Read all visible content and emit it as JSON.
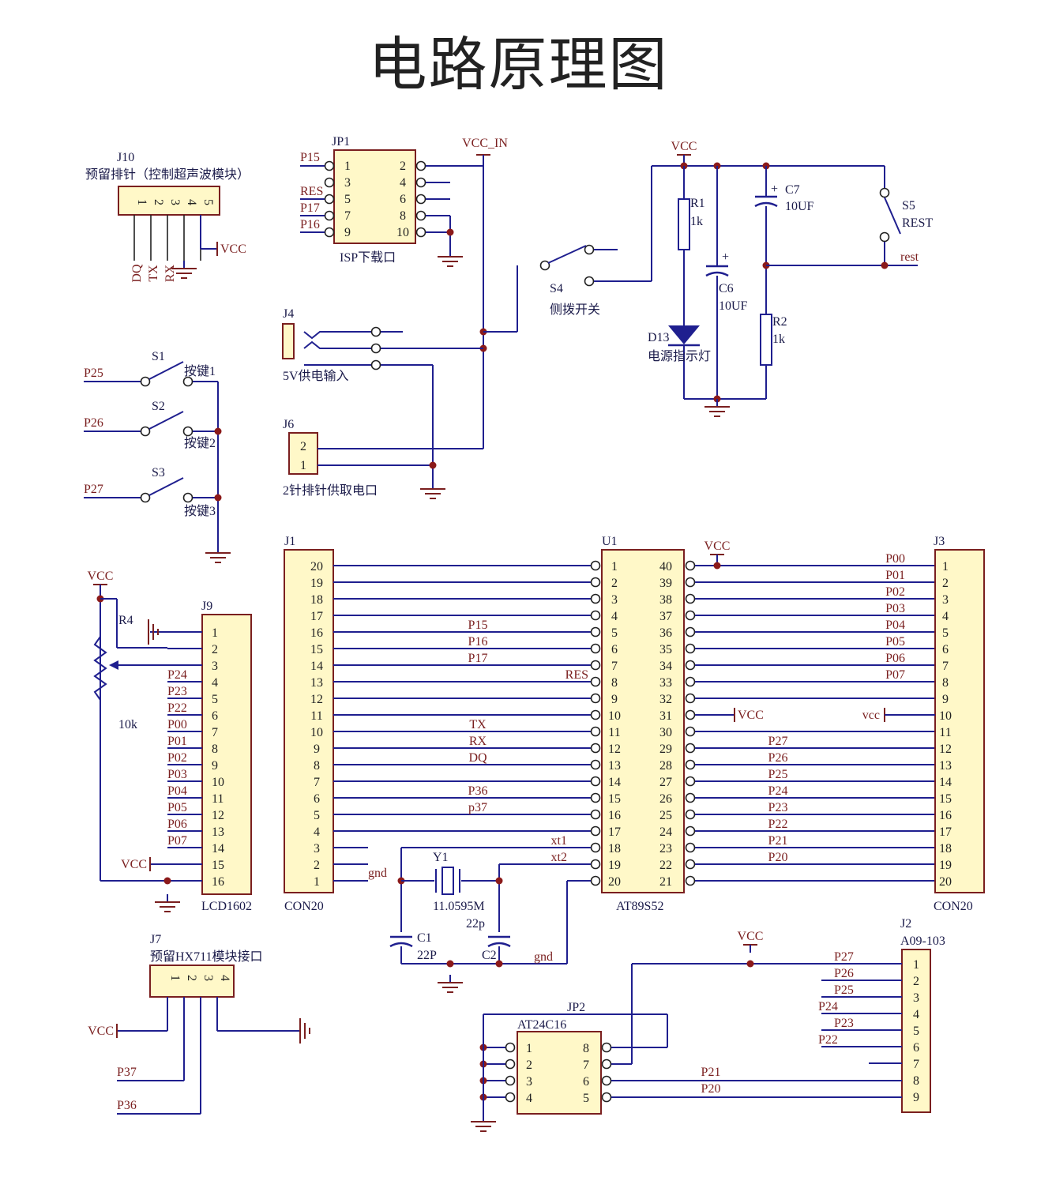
{
  "title": "电路原理图",
  "colors": {
    "wire": "#1f1f8f",
    "body": "#fff8c8",
    "outline": "#7a1f1f",
    "label": "#7a1f1f",
    "junction": "#8b1a1a",
    "text": "#222222"
  },
  "j10": {
    "ref": "J10",
    "desc": "预留排针（控制超声波模块）",
    "pins": [
      "1",
      "2",
      "3",
      "4",
      "5"
    ],
    "nets": [
      "DQ",
      "TX",
      "RX"
    ],
    "vcc": "VCC"
  },
  "jp1": {
    "ref": "JP1",
    "desc": "ISP下载口",
    "left_pins": [
      "1",
      "3",
      "5",
      "7",
      "9"
    ],
    "right_pins": [
      "2",
      "4",
      "6",
      "8",
      "10"
    ],
    "nets": [
      "P15",
      "RES",
      "P17",
      "P16"
    ],
    "vcc": "VCC_IN"
  },
  "power": {
    "vcc": "VCC",
    "r1": "R1",
    "r1_val": "1k",
    "c6": "C6",
    "c6_val": "10UF",
    "c7": "C7",
    "c7_val": "10UF",
    "r2": "R2",
    "r2_val": "1k",
    "d13": "D13",
    "d13_desc": "电源指示灯",
    "s5": "S5",
    "s5_desc": "REST",
    "rst_net": "rest",
    "s4": "S4",
    "s4_desc": "侧拨开关",
    "plus": "+"
  },
  "j4": {
    "ref": "J4",
    "desc": "5V供电输入"
  },
  "j6": {
    "ref": "J6",
    "desc": "2针排针供取电口",
    "pins": [
      "2",
      "1"
    ]
  },
  "buttons": [
    {
      "ref": "S1",
      "net": "P25",
      "label": "按键1"
    },
    {
      "ref": "S2",
      "net": "P26",
      "label": "按键2"
    },
    {
      "ref": "S3",
      "net": "P27",
      "label": "按键3"
    }
  ],
  "j9": {
    "ref": "J9",
    "name": "LCD1602",
    "r4": "R4",
    "r4_val": "10k",
    "vcc": "VCC",
    "pins": [
      "1",
      "2",
      "3",
      "4",
      "5",
      "6",
      "7",
      "8",
      "9",
      "10",
      "11",
      "12",
      "13",
      "14",
      "15",
      "16"
    ],
    "nets": [
      "",
      "",
      "",
      "P24",
      "P23",
      "P22",
      "P00",
      "P01",
      "P02",
      "P03",
      "P04",
      "P05",
      "P06",
      "P07",
      "",
      ""
    ]
  },
  "j1": {
    "ref": "J1",
    "name": "CON20",
    "pins": [
      "20",
      "19",
      "18",
      "17",
      "16",
      "15",
      "14",
      "13",
      "12",
      "11",
      "10",
      "9",
      "8",
      "7",
      "6",
      "5",
      "4",
      "3",
      "2",
      "1"
    ],
    "gnd": "gnd"
  },
  "u1": {
    "ref": "U1",
    "name": "AT89S52",
    "vcc": "VCC",
    "left_pins": [
      "1",
      "2",
      "3",
      "4",
      "5",
      "6",
      "7",
      "8",
      "9",
      "10",
      "11",
      "12",
      "13",
      "14",
      "15",
      "16",
      "17",
      "18",
      "19",
      "20"
    ],
    "right_pins": [
      "40",
      "39",
      "38",
      "37",
      "36",
      "35",
      "34",
      "33",
      "32",
      "31",
      "30",
      "29",
      "28",
      "27",
      "26",
      "25",
      "24",
      "23",
      "22",
      "21"
    ],
    "left_nets": [
      "",
      "",
      "",
      "",
      "P15",
      "P16",
      "P17",
      "RES",
      "",
      "",
      "TX",
      "RX",
      "DQ",
      "",
      "P36",
      "p37",
      "",
      "xt1",
      "xt2",
      ""
    ],
    "pin31": "VCC"
  },
  "j3": {
    "ref": "J3",
    "name": "CON20",
    "pins": [
      "1",
      "2",
      "3",
      "4",
      "5",
      "6",
      "7",
      "8",
      "9",
      "10",
      "11",
      "12",
      "13",
      "14",
      "15",
      "16",
      "17",
      "18",
      "19",
      "20"
    ],
    "nets": [
      "P00",
      "P01",
      "P02",
      "P03",
      "P04",
      "P05",
      "P06",
      "P07",
      "",
      "vcc",
      "",
      "P27",
      "P26",
      "P25",
      "P24",
      "P23",
      "P22",
      "P21",
      "P20",
      ""
    ]
  },
  "crystal": {
    "ref": "Y1",
    "val": "11.0595M",
    "c1": "C1",
    "c1_val": "22P",
    "c2": "C2",
    "c2_val": "22p",
    "gnd": "gnd"
  },
  "j7": {
    "ref": "J7",
    "desc": "预留HX711模块接口",
    "pins": [
      "1",
      "2",
      "3",
      "4"
    ],
    "nets": [
      "VCC",
      "P37",
      "P36"
    ]
  },
  "j2": {
    "ref": "J2",
    "name": "A09-103",
    "vcc": "VCC",
    "pins": [
      "1",
      "2",
      "3",
      "4",
      "5",
      "6",
      "7",
      "8",
      "9"
    ],
    "nets": [
      "P27",
      "P26",
      "P25",
      "P24",
      "P23",
      "P22",
      "",
      "",
      ""
    ]
  },
  "jp2": {
    "ref": "JP2",
    "name": "AT24C16",
    "left_pins": [
      "1",
      "2",
      "3",
      "4"
    ],
    "right_pins": [
      "8",
      "7",
      "6",
      "5"
    ],
    "nets": [
      "P21",
      "P20"
    ]
  }
}
